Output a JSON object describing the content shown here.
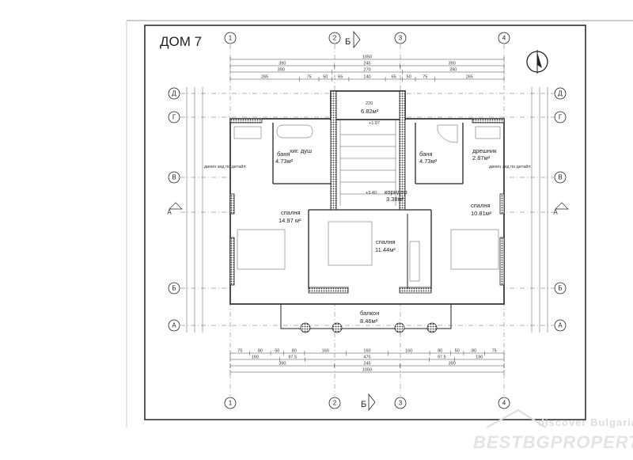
{
  "title": "ДОМ 7",
  "section_mark": "Б",
  "axes": {
    "columns": [
      "1",
      "2",
      "3",
      "4"
    ],
    "rows_left": [
      "Д",
      "Г",
      "В",
      "А",
      "Б",
      "А"
    ],
    "rows_right": [
      "Д",
      "Г",
      "В",
      "А",
      "Б",
      "А"
    ]
  },
  "rooms": [
    {
      "name": "баня",
      "area": "4.73м²"
    },
    {
      "name": "хиг. душ",
      "area": ""
    },
    {
      "name": "",
      "area": "6.82м²"
    },
    {
      "name": "баня",
      "area": "4.73м²"
    },
    {
      "name": "дрешник",
      "area": "2.87м²"
    },
    {
      "name": "коридор",
      "area": "3.38м²"
    },
    {
      "name": "спалня",
      "area": "14.97 м²"
    },
    {
      "name": "спалня",
      "area": "11.44м²"
    },
    {
      "name": "спалня",
      "area": "10.81м²"
    },
    {
      "name": "балкон",
      "area": "8.46м²"
    }
  ],
  "notes": {
    "double_wall_left": "двоен зид по детайл",
    "double_wall_right": "двоен зид по детайл",
    "level_1": "+1.97",
    "level_2": "+3.40",
    "stair_width": "220"
  },
  "dimensions": {
    "top": [
      [
        "1050"
      ],
      [
        "390",
        "245",
        "390"
      ],
      [
        "390",
        "270",
        "390"
      ],
      [
        "265",
        "75",
        "50",
        "65",
        "140",
        "65",
        "50",
        "75",
        "265"
      ]
    ],
    "bottom": [
      [
        "75",
        "80",
        "50",
        "80",
        "160",
        "160",
        "160",
        "80",
        "50",
        "80",
        "75"
      ],
      [
        "190",
        "97.5",
        "475",
        "97.5",
        "190"
      ],
      [
        "390",
        "245",
        "390"
      ],
      [
        "1050"
      ]
    ]
  },
  "watermark": {
    "line1": "discover Bulgaria",
    "line2": "BESTBGPROPERTIES"
  }
}
